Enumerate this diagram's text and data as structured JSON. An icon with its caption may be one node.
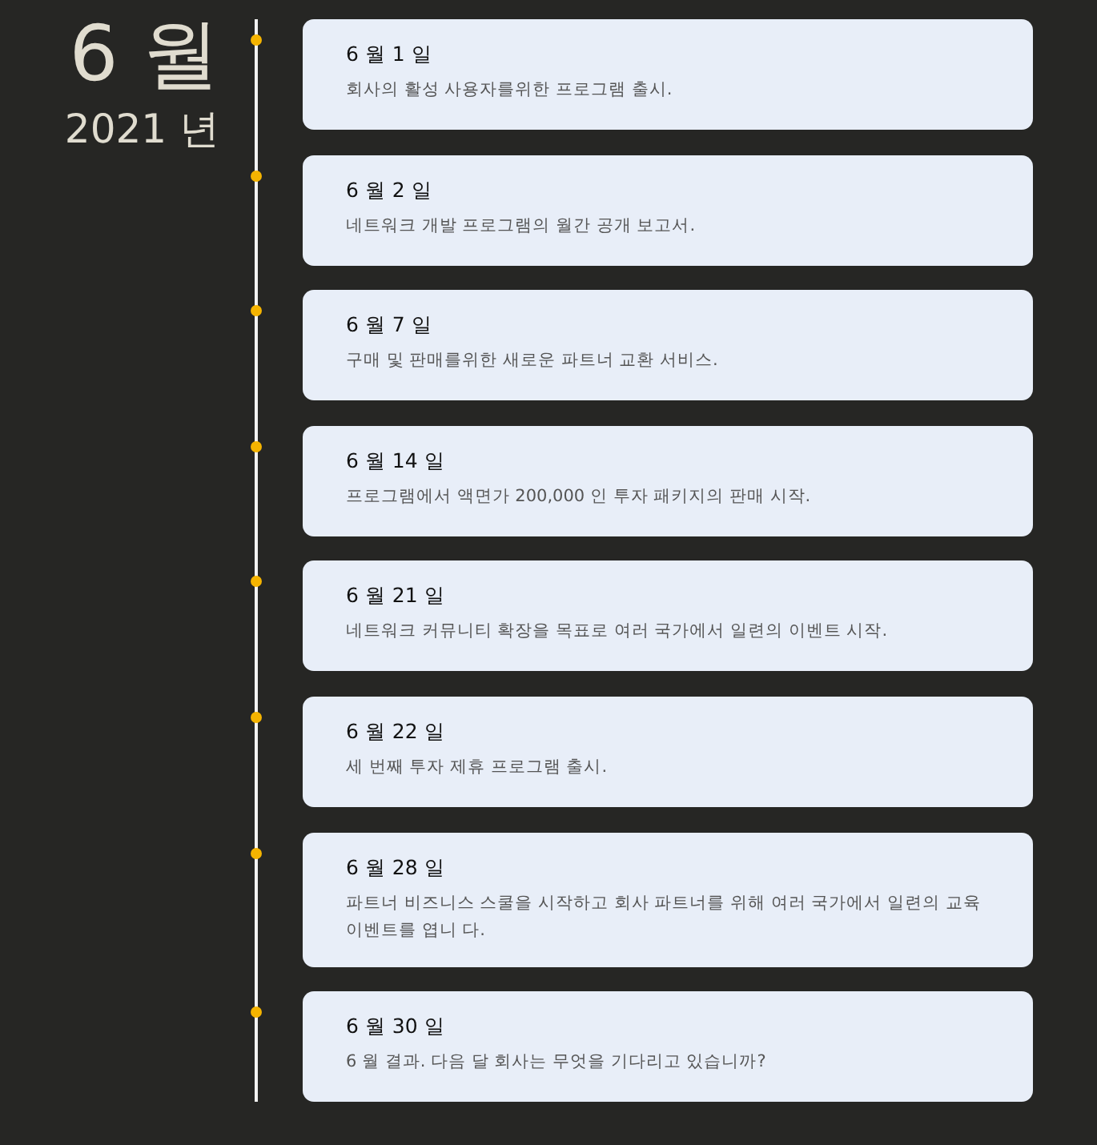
{
  "diagram": {
    "title": "6 월",
    "nodes": [
      {
        "text": [
          "6 월 1 일",
          "회사의 활성 사용자를위한 프로그램 출시."
        ]
      },
      {
        "text": [
          "6 월 2 일",
          "네트워크 개발 프로그램의 월간 공개 보고서."
        ]
      },
      {
        "text": [
          "6 월 7 일",
          "구매 및 판매를위한 새로운 파트너 교환 서비스."
        ]
      },
      {
        "text": [
          "6 월 14 일",
          "프로그램에서 액면가 200,000 인 투자 패키지의 판매 시작."
        ]
      },
      {
        "text": [
          "6 월 21 일",
          "네트워크 커뮤니티 확장을 목표로 여러 국가에서 일련의 이벤트 시작."
        ]
      },
      {
        "text": [
          "6 월 22 일",
          "세 번째 투자 제휴 프로그램 출시."
        ]
      },
      {
        "text": [
          "6 월 28 일",
          "파트너 비즈니스 스쿨을 시작하고 회사 파트너를 위해 여러 국가에서 일련의 교육 이벤트를 엽니 다."
        ]
      },
      {
        "text": [
          "6 월 30 일",
          "6 월 결과. 다음 달 회사는 무엇을 기다리고 있습니까?"
        ]
      }
    ],
    "labels": [
      "2021 년"
    ]
  }
}
